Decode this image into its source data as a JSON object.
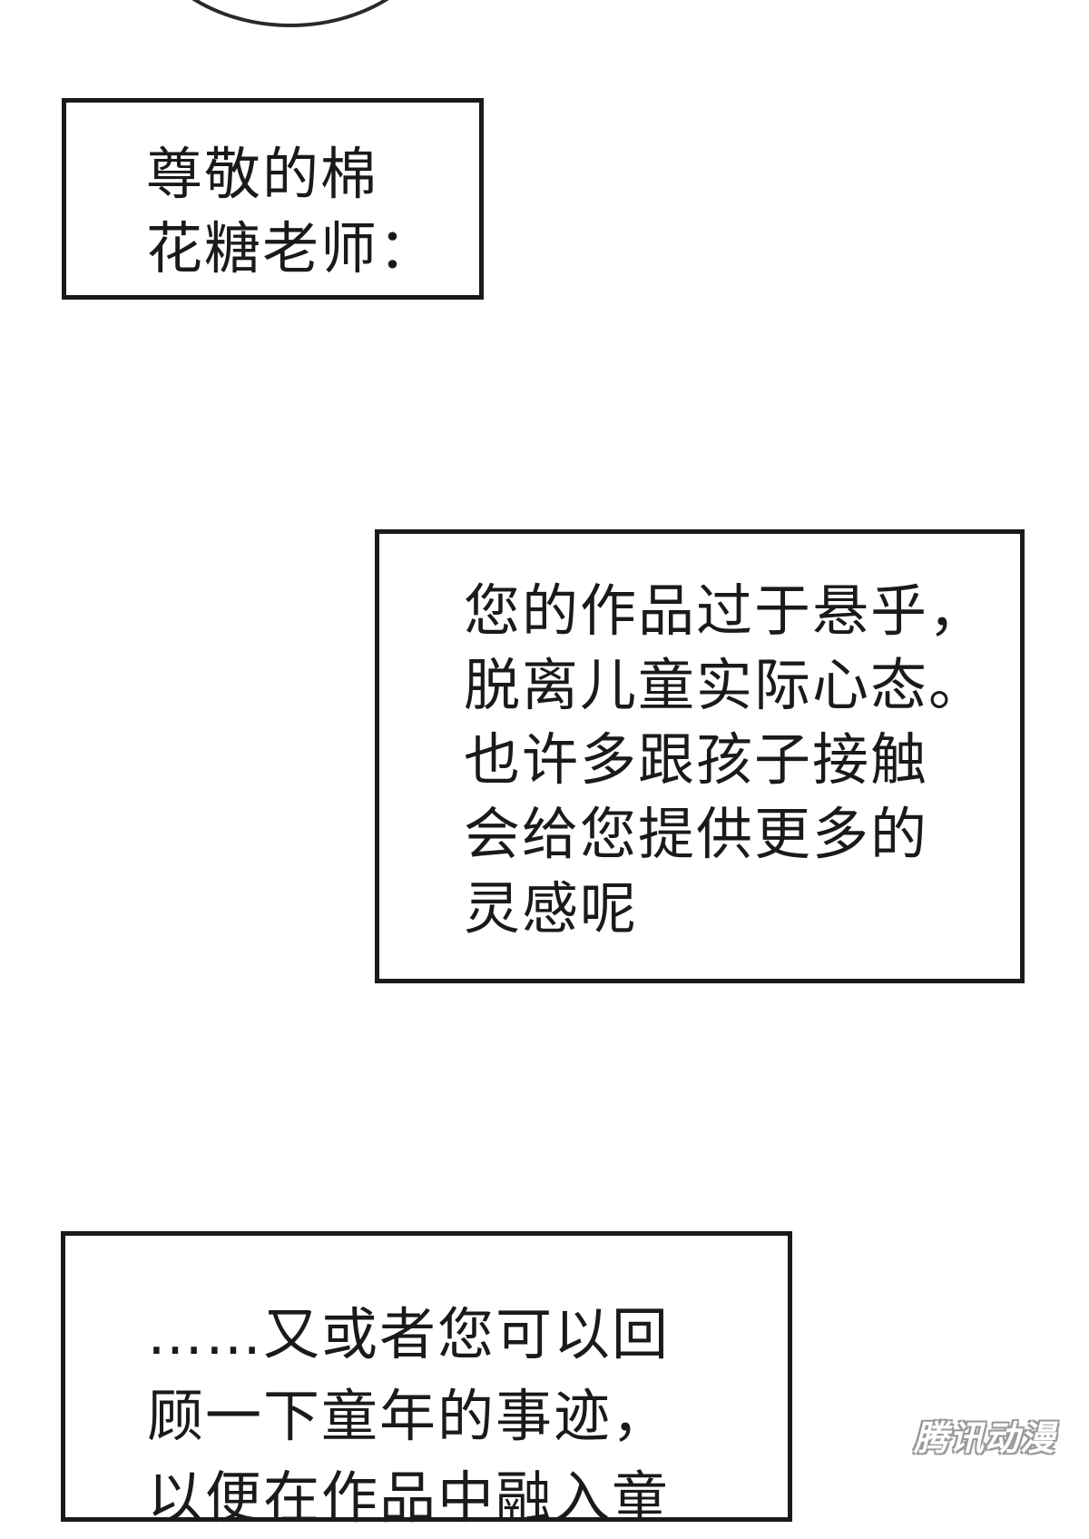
{
  "captions": {
    "first": {
      "lines": [
        "尊敬的棉",
        "花糖老师："
      ]
    },
    "second": {
      "lines": [
        "您的作品过于悬乎，",
        "脱离儿童实际心态。",
        "也许多跟孩子接触",
        "会给您提供更多的",
        "灵感呢"
      ]
    },
    "third": {
      "lines": [
        "……又或者您可以回",
        "顾一下童年的事迹，",
        "以便在作品中融入童"
      ]
    }
  },
  "watermark": {
    "text": "腾讯动漫"
  },
  "colors": {
    "ink": "#1a1a1a",
    "paper": "#ffffff",
    "watermark_outline": "#9a9a9a"
  }
}
